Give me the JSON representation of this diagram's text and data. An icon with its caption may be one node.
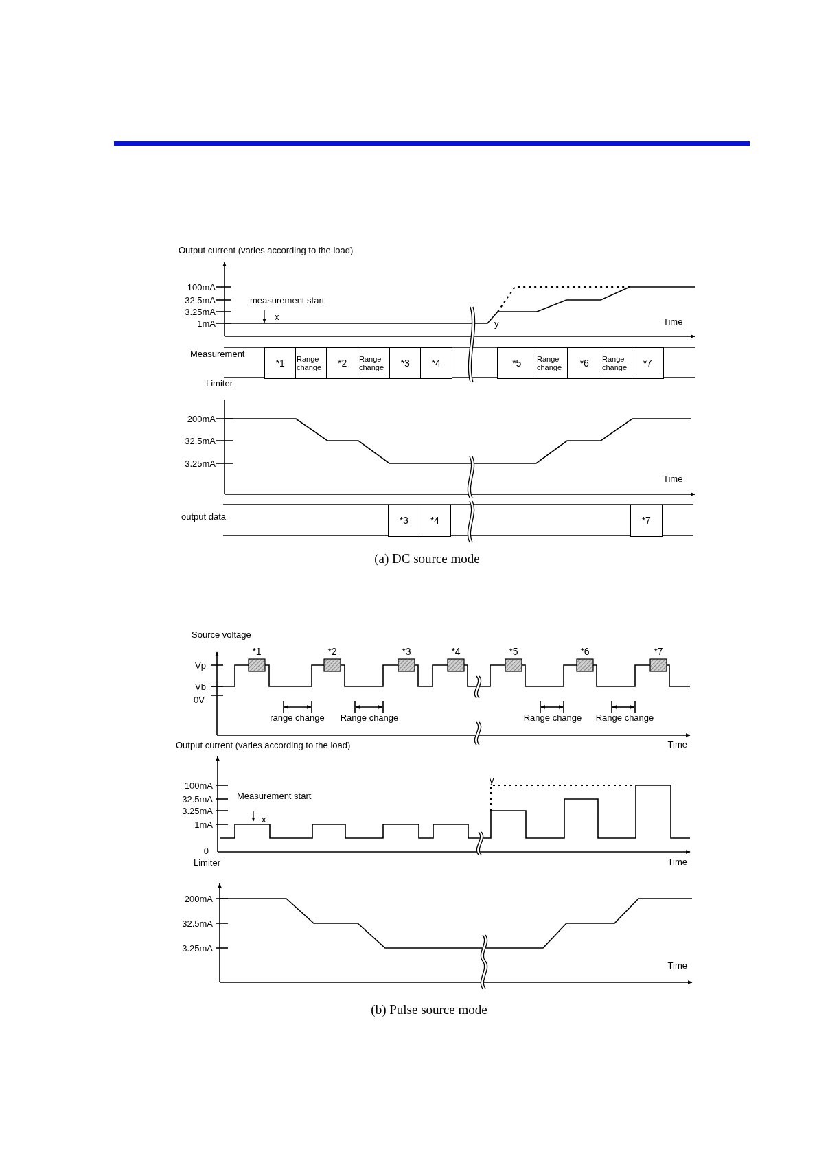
{
  "diagram": {
    "nodes": [
      {
        "text": [
          "*1"
        ]
      },
      {
        "text": [
          "Range change"
        ]
      },
      {
        "text": [
          "*2"
        ]
      },
      {
        "text": [
          "Range change"
        ]
      },
      {
        "text": [
          "*3"
        ]
      },
      {
        "text": [
          "*4"
        ]
      },
      {
        "text": [
          "*5"
        ]
      },
      {
        "text": [
          "Range change"
        ]
      },
      {
        "text": [
          "*6"
        ]
      },
      {
        "text": [
          "Range change"
        ]
      },
      {
        "text": [
          "*7"
        ]
      },
      {
        "text": [
          "*3"
        ]
      },
      {
        "text": [
          "*4"
        ]
      },
      {
        "text": [
          "*7"
        ]
      }
    ],
    "labels": [
      "Output current (varies according to the load)",
      "100mA",
      "32.5mA",
      "3.25mA",
      "1mA",
      "measurement start",
      "x",
      "y",
      "Time",
      "Measurement",
      "Limiter",
      "200mA",
      "32.5mA",
      "3.25mA",
      "Time",
      "output data",
      "(a) DC source mode",
      "Source voltage",
      "*1",
      "*2",
      "*3",
      "*4",
      "*5",
      "*6",
      "*7",
      "Vp",
      "Vb",
      "0V",
      "range change",
      "Range change",
      "Range change",
      "Range change",
      "Output current (varies according to the load)",
      "Time",
      "y",
      "100mA",
      "32.5mA",
      "3.25mA",
      "1mA",
      "Measurement start",
      "x",
      "0",
      "Limiter",
      "Time",
      "200mA",
      "32.5mA",
      "3.25mA",
      "Time",
      "(b) Pulse source mode"
    ]
  }
}
